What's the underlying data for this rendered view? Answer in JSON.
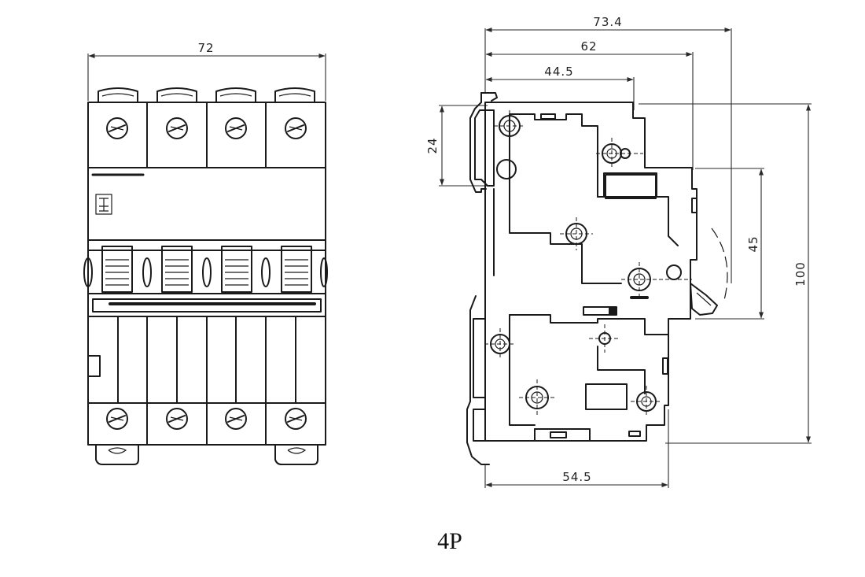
{
  "front_view": {
    "width_dimension": "72"
  },
  "side_view": {
    "dim_top_1": "73.4",
    "dim_top_2": "62",
    "dim_top_3": "44.5",
    "dim_left": "24",
    "dim_right_inner": "45",
    "dim_right_outer": "100",
    "dim_bottom": "54.5"
  },
  "caption": "4P"
}
